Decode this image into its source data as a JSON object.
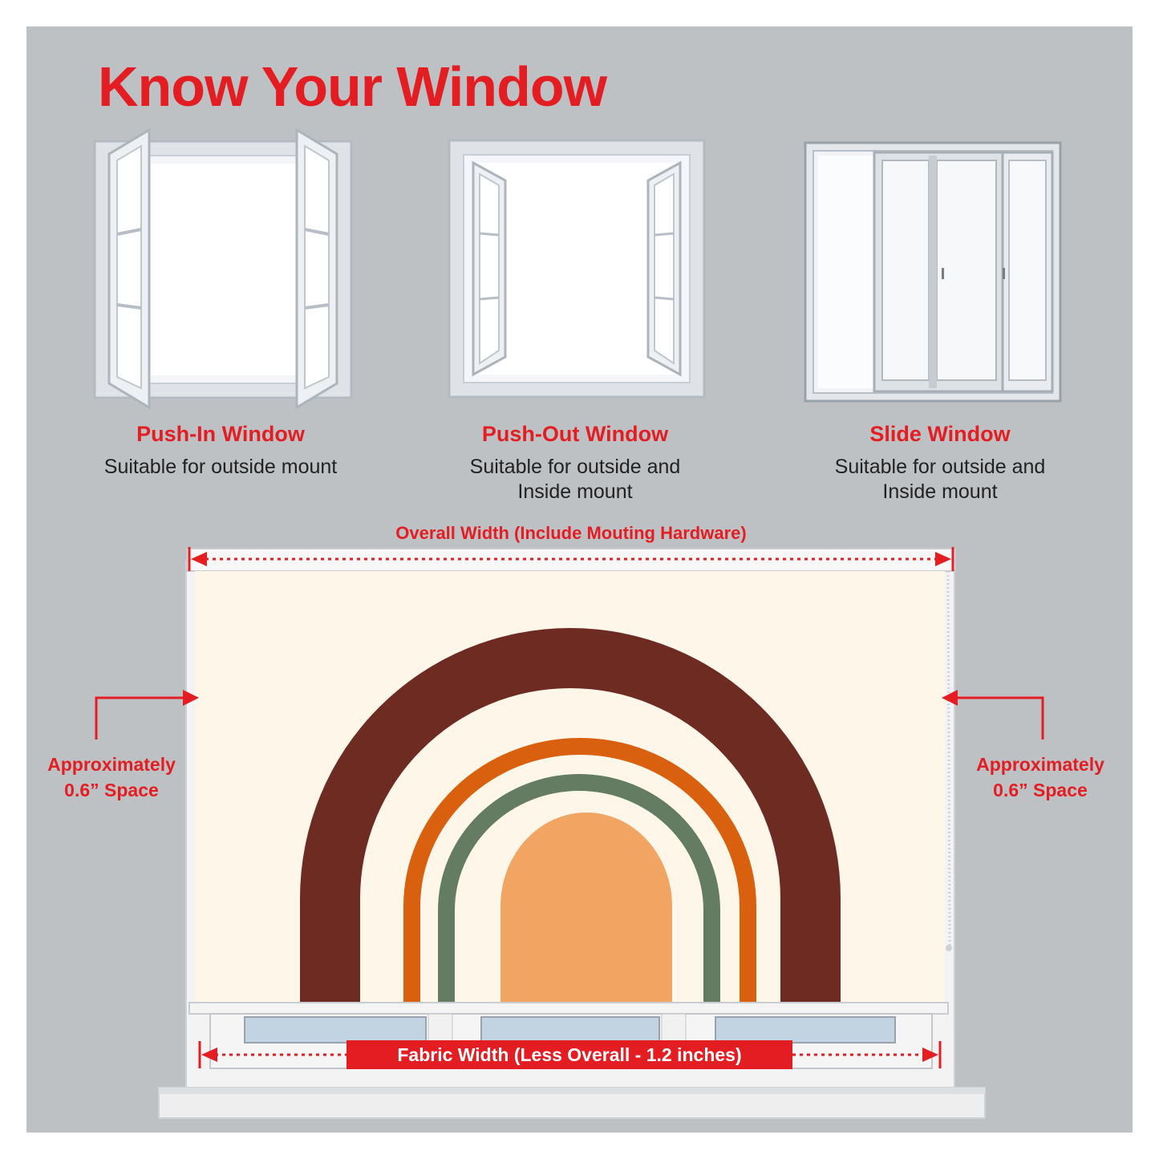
{
  "page": {
    "title": "Know Your Window"
  },
  "windows": [
    {
      "title": "Push-In Window",
      "description": "Suitable for outside mount"
    },
    {
      "title": "Push-Out Window",
      "description": "Suitable for outside and Inside mount"
    },
    {
      "title": "Slide Window",
      "description": "Suitable for outside and Inside mount"
    }
  ],
  "blind": {
    "overall_width_label": "Overall Width (Include Mouting Hardware)",
    "fabric_width_label": "Fabric Width (Less Overall - 1.2 inches)",
    "space_left": {
      "line1": "Approximately",
      "line2": "0.6” Space"
    },
    "space_right": {
      "line1": "Approximately",
      "line2": "0.6” Space"
    }
  },
  "colors": {
    "accent": "#e41d23",
    "background": "#bdc1c4",
    "fabric": "#fdf6e9",
    "arc_outer": "#6e2b21",
    "arc_orange": "#d9600f",
    "arc_green": "#647c62",
    "arc_inner": "#f2a462"
  }
}
